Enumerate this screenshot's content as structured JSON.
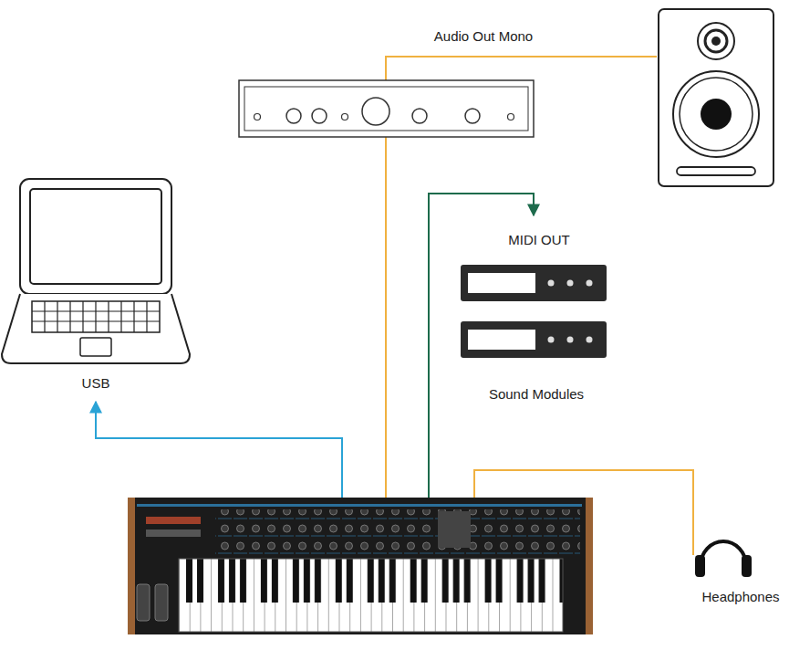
{
  "diagram": {
    "nodes": [
      {
        "text": [
          "USB"
        ]
      },
      {
        "text": [
          "Sound Modules"
        ]
      },
      {
        "text": [
          "Headphones"
        ]
      }
    ],
    "labels": [
      "Audio Out Mono",
      "MIDI OUT"
    ]
  }
}
